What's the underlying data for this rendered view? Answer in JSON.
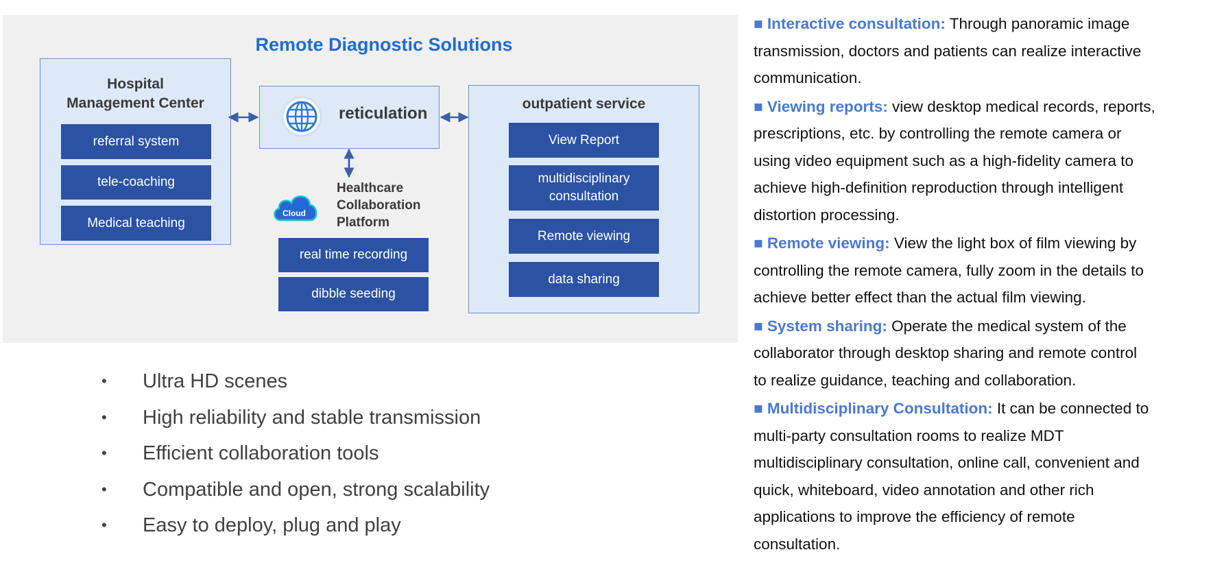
{
  "diagram": {
    "title": "Remote Diagnostic Solutions",
    "hospital": {
      "title_lines": [
        "Hospital",
        "Management Center"
      ],
      "items": [
        "referral system",
        "tele-coaching",
        "Medical teaching"
      ]
    },
    "network": {
      "label": "reticulation",
      "icon": "globe-icon"
    },
    "platform": {
      "cloud_label": "Cloud",
      "title_lines": [
        "Healthcare",
        "Collaboration",
        "Platform"
      ],
      "items": [
        "real time recording",
        "dibble seeding"
      ]
    },
    "outpatient": {
      "title": "outpatient service",
      "items": [
        "View Report",
        "multidisciplinary consultation",
        "Remote viewing",
        "data sharing"
      ]
    }
  },
  "bullets": {
    "marker": "•",
    "items": [
      "Ultra HD scenes",
      "High reliability and stable transmission",
      "Efficient collaboration tools",
      "Compatible and open, strong scalability",
      "Easy to deploy, plug and play"
    ]
  },
  "features": [
    {
      "heading": "■ Interactive consultation:",
      "lines": [
        " Through panoramic image",
        "transmission, doctors and patients can realize interactive",
        "communication."
      ]
    },
    {
      "heading": "■ Viewing reports:",
      "lines": [
        " view desktop medical records, reports,",
        "prescriptions, etc. by controlling the remote camera or",
        "using video equipment such as a high-fidelity camera to",
        "achieve high-definition reproduction through intelligent",
        "distortion processing."
      ]
    },
    {
      "heading": "■ Remote viewing:",
      "lines": [
        " View the light box of film viewing by",
        "controlling the remote camera, fully zoom in the details to",
        "achieve better effect than the actual film viewing."
      ]
    },
    {
      "heading": "■ System sharing:",
      "lines": [
        " Operate the medical system of the",
        "collaborator through desktop sharing and remote control",
        "to realize guidance, teaching and collaboration."
      ]
    },
    {
      "heading": "■ Multidisciplinary Consultation:",
      "lines": [
        " It can be connected to",
        "multi-party consultation rooms to realize MDT",
        "multidisciplinary consultation, online call, convenient and",
        "quick, whiteboard, video annotation and other rich",
        "applications to improve the efficiency of remote",
        "consultation."
      ]
    }
  ],
  "colors": {
    "title": "#1f6bd6",
    "pill": "#2b52a3",
    "box_fill": "#dde9f7",
    "box_border": "#6f8fc8",
    "heading": "#4a79d0",
    "panel": "#f0f0f0"
  }
}
